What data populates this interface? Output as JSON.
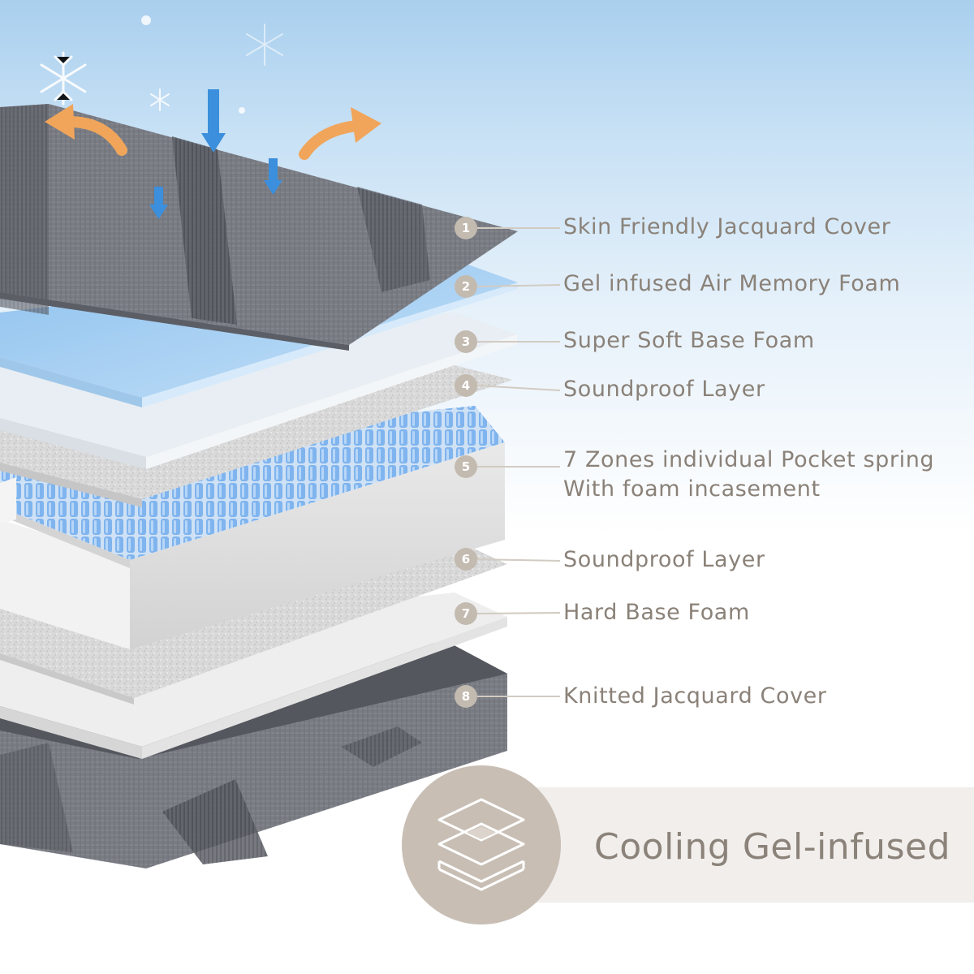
{
  "layers": [
    {
      "number": "1",
      "label": "Skin Friendly Jacquard Cover"
    },
    {
      "number": "2",
      "label": "Gel infused Air Memory Foam"
    },
    {
      "number": "3",
      "label": "Super Soft Base Foam"
    },
    {
      "number": "4",
      "label": "Soundproof Layer"
    },
    {
      "number": "5",
      "label": "7 Zones individual Pocket spring",
      "label_line2": "With foam incasement"
    },
    {
      "number": "6",
      "label": "Soundproof Layer"
    },
    {
      "number": "7",
      "label": "Hard Base Foam"
    },
    {
      "number": "8",
      "label": "Knitted Jacquard Cover"
    }
  ],
  "banner": {
    "text": "Cooling Gel-infused",
    "icon": "stacked-layers-icon"
  },
  "icons": {
    "snowflakes": "snowflake-icon",
    "airflow_down": "arrow-down-icon",
    "airflow_out": "curved-arrow-icon"
  },
  "colors": {
    "label_text": "#8a8178",
    "leader_line": "#d2cbc2",
    "badge": "#c3bab0",
    "cool_arrow": "#3b8fdc",
    "warm_arrow": "#f0a55a",
    "gel_foam": "#a9d0f2",
    "spring": "#7fb4ee",
    "jacquard_grey": "#76787f"
  }
}
